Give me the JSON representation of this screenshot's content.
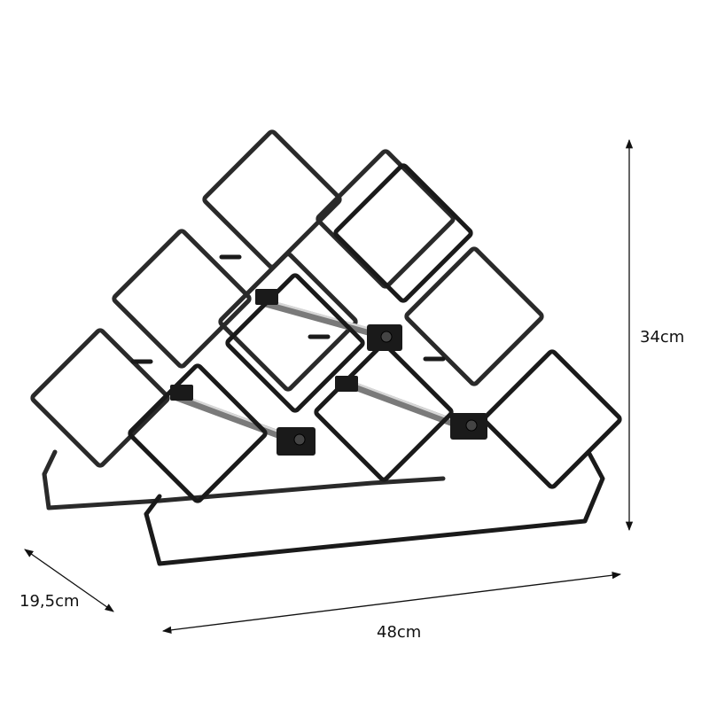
{
  "dimensions": {
    "height": "34cm",
    "width": "48cm",
    "depth": "19,5cm"
  },
  "colors": {
    "rack": "#1a1a1a",
    "rod": "#7a7a7a",
    "background": "#ffffff"
  }
}
